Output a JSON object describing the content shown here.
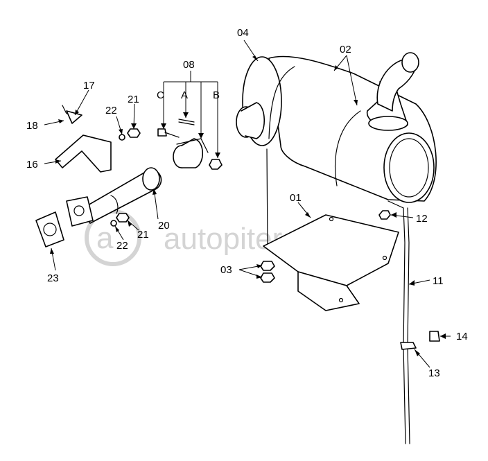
{
  "watermark": "autopiter.ru",
  "callouts": {
    "c01": "01",
    "c02": "02",
    "c03": "03",
    "c04": "04",
    "c08": "08",
    "cA": "A",
    "cB": "B",
    "cC": "C",
    "c11": "11",
    "c12": "12",
    "c13": "13",
    "c14": "14",
    "c16": "16",
    "c17": "17",
    "c18": "18",
    "c20": "20",
    "c21a": "21",
    "c21b": "21",
    "c22a": "22",
    "c22b": "22",
    "c23": "23"
  }
}
